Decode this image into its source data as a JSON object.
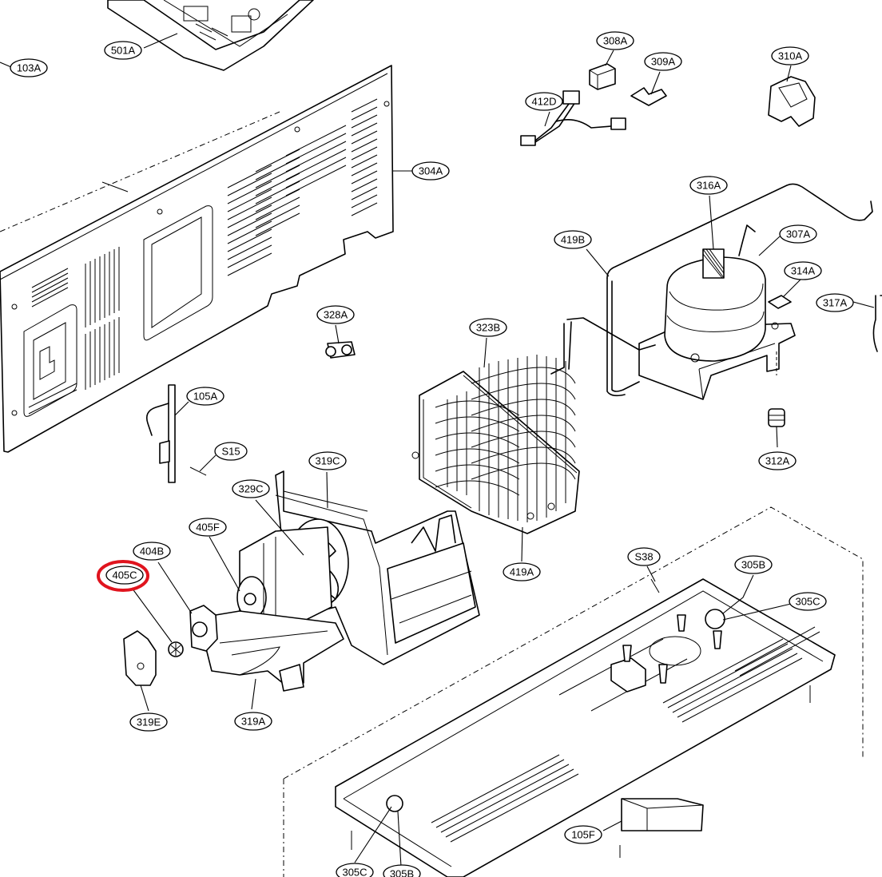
{
  "callouts": [
    {
      "id": "501A",
      "label": "501A"
    },
    {
      "id": "103A",
      "label": "103A"
    },
    {
      "id": "308A",
      "label": "308A"
    },
    {
      "id": "309A",
      "label": "309A"
    },
    {
      "id": "310A",
      "label": "310A"
    },
    {
      "id": "412D",
      "label": "412D"
    },
    {
      "id": "304A",
      "label": "304A"
    },
    {
      "id": "316A",
      "label": "316A"
    },
    {
      "id": "307A",
      "label": "307A"
    },
    {
      "id": "419B",
      "label": "419B"
    },
    {
      "id": "314A",
      "label": "314A"
    },
    {
      "id": "317A",
      "label": "317A"
    },
    {
      "id": "328A",
      "label": "328A"
    },
    {
      "id": "323B",
      "label": "323B"
    },
    {
      "id": "105A",
      "label": "105A"
    },
    {
      "id": "S15",
      "label": "S15"
    },
    {
      "id": "312A",
      "label": "312A"
    },
    {
      "id": "319C",
      "label": "319C"
    },
    {
      "id": "329C",
      "label": "329C"
    },
    {
      "id": "405F",
      "label": "405F"
    },
    {
      "id": "404B",
      "label": "404B"
    },
    {
      "id": "405C",
      "label": "405C",
      "highlighted": true
    },
    {
      "id": "419A",
      "label": "419A"
    },
    {
      "id": "S38",
      "label": "S38"
    },
    {
      "id": "305B",
      "label": "305B"
    },
    {
      "id": "305C",
      "label": "305C"
    },
    {
      "id": "319E",
      "label": "319E"
    },
    {
      "id": "319A",
      "label": "319A"
    },
    {
      "id": "105F",
      "label": "105F"
    },
    {
      "id": "305C_b",
      "label": "305C"
    },
    {
      "id": "305B_b",
      "label": "305B"
    }
  ],
  "highlight_color": "#e0141e"
}
